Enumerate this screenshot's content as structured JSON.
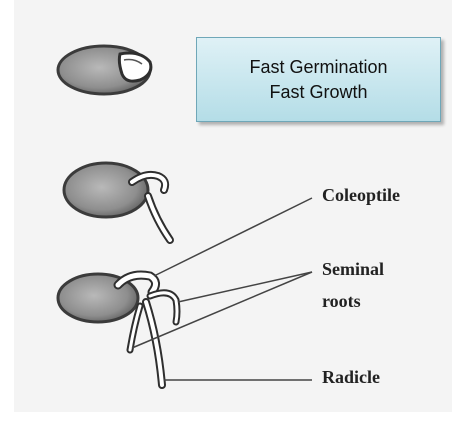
{
  "callout": {
    "line1": "Fast Germination",
    "line2": "Fast Growth"
  },
  "labels": {
    "coleoptile": "Coleoptile",
    "seminal_line1": "Seminal",
    "seminal_line2": "roots",
    "radicle": "Radicle"
  }
}
